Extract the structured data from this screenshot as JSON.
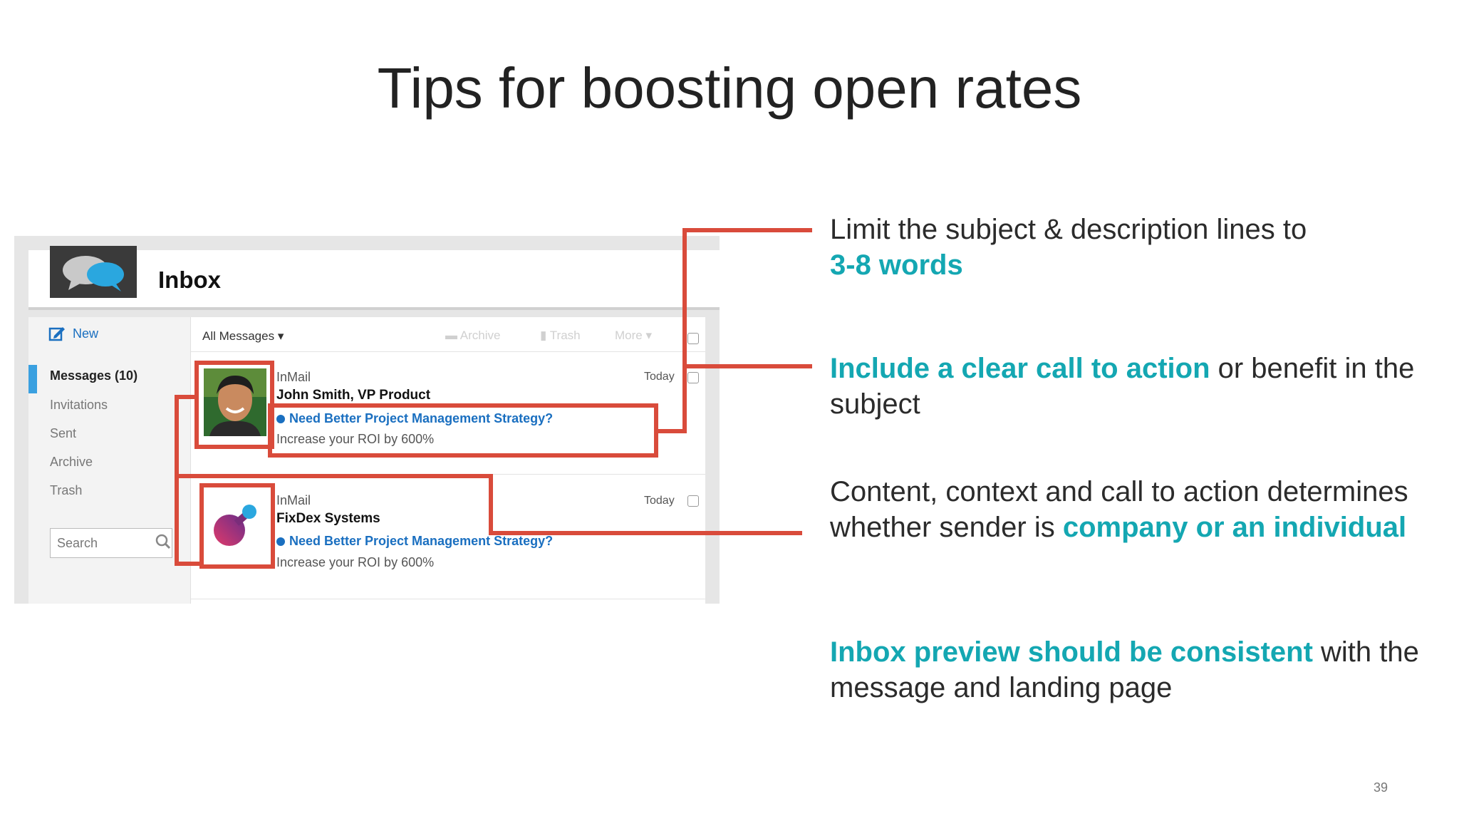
{
  "slide": {
    "title": "Tips for boosting open rates",
    "page_number": "39"
  },
  "inbox": {
    "title": "Inbox",
    "new_label": "New",
    "nav": [
      "Messages (10)",
      "Invitations",
      "Sent",
      "Archive",
      "Trash"
    ],
    "search_placeholder": "Search",
    "toolbar": {
      "all_messages": "All Messages",
      "archive": "Archive",
      "trash": "Trash",
      "more": "More"
    },
    "messages": [
      {
        "type": "InMail",
        "sender": "John Smith, VP Product",
        "subject": "Need Better Project Management Strategy?",
        "description": "Increase your ROI by 600%",
        "date": "Today"
      },
      {
        "type": "InMail",
        "sender": "FixDex Systems",
        "subject": "Need Better Project Management Strategy?",
        "description": "Increase your ROI by 600%",
        "date": "Today"
      }
    ]
  },
  "tips": [
    {
      "text1": "Limit the subject & description lines to ",
      "highlight": "3-8 words",
      "text2": ""
    },
    {
      "highlight": "Include a clear call to action",
      "text": " or benefit in the subject"
    },
    {
      "text": "Content, context and call to action determines whether sender is ",
      "highlight": "company or an individual"
    },
    {
      "highlight": "Inbox preview should be consistent",
      "text": " with the message and landing page"
    }
  ],
  "colors": {
    "accent_teal": "#14a7b2",
    "callout_red": "#d94b3b",
    "link_blue": "#1a6fc0"
  }
}
